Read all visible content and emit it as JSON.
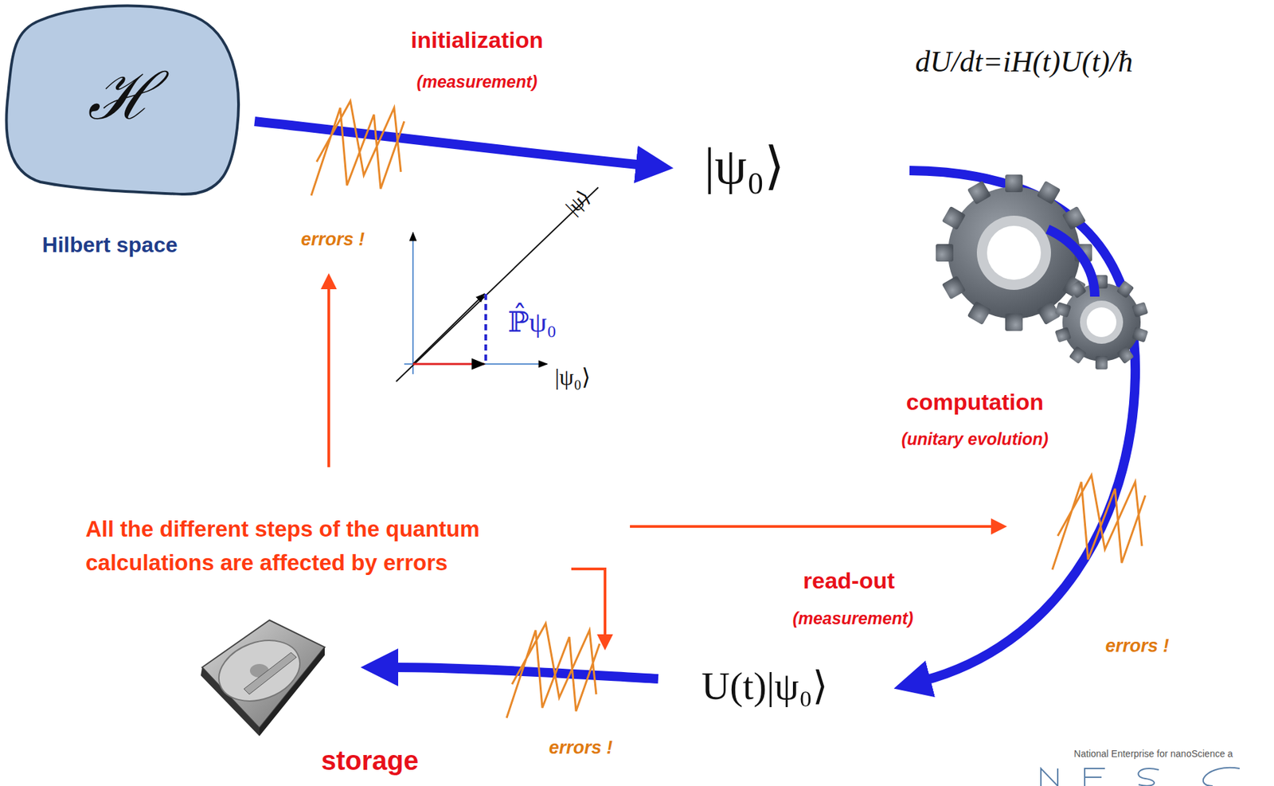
{
  "diagram": {
    "nodes": [
      {
        "text": [
          "ℋ",
          "Hilbert space"
        ]
      }
    ],
    "labels": [
      "initialization",
      "(measurement)",
      "errors !",
      "|ψ₀⟩",
      "dU/dt=iH(t)U(t)/ħ",
      "|ψ⟩",
      "ℙ̂ψ₀",
      "|ψ₀⟩",
      "computation",
      "(unitary evolution)",
      "All the different steps of the quantum calculations are affected by errors",
      "read-out",
      "(measurement)",
      "errors !",
      "U(t)|ψ₀⟩",
      "errors !",
      "storage",
      "National Enterprise for nanoScience a"
    ]
  }
}
